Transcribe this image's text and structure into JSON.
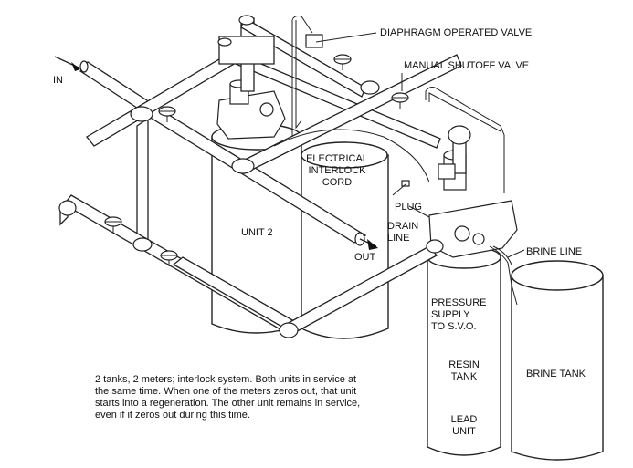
{
  "labels": {
    "diaphragm_valve": "DIAPHRAGM OPERATED VALVE",
    "manual_valve": "MANUAL SHUTOFF VALVE",
    "in": "IN",
    "out": "OUT",
    "interlock": [
      "ELECTRICAL",
      "INTERLOCK",
      "CORD"
    ],
    "plug": "PLUG",
    "drain": [
      "DRAIN",
      "LINE"
    ],
    "brine_line": "BRINE LINE",
    "unit2": "UNIT 2",
    "pressure": [
      "PRESSURE",
      "SUPPLY",
      "TO S.V.O."
    ],
    "resin": [
      "RESIN",
      "TANK"
    ],
    "lead": [
      "LEAD",
      "UNIT"
    ],
    "brine_tank": "BRINE TANK"
  },
  "caption": "2 tanks, 2 meters; interlock system. Both units in service at the same time. When one of the meters zeros out, that unit starts into a regeneration. The other unit remains in service, even if it zeros out during this time."
}
